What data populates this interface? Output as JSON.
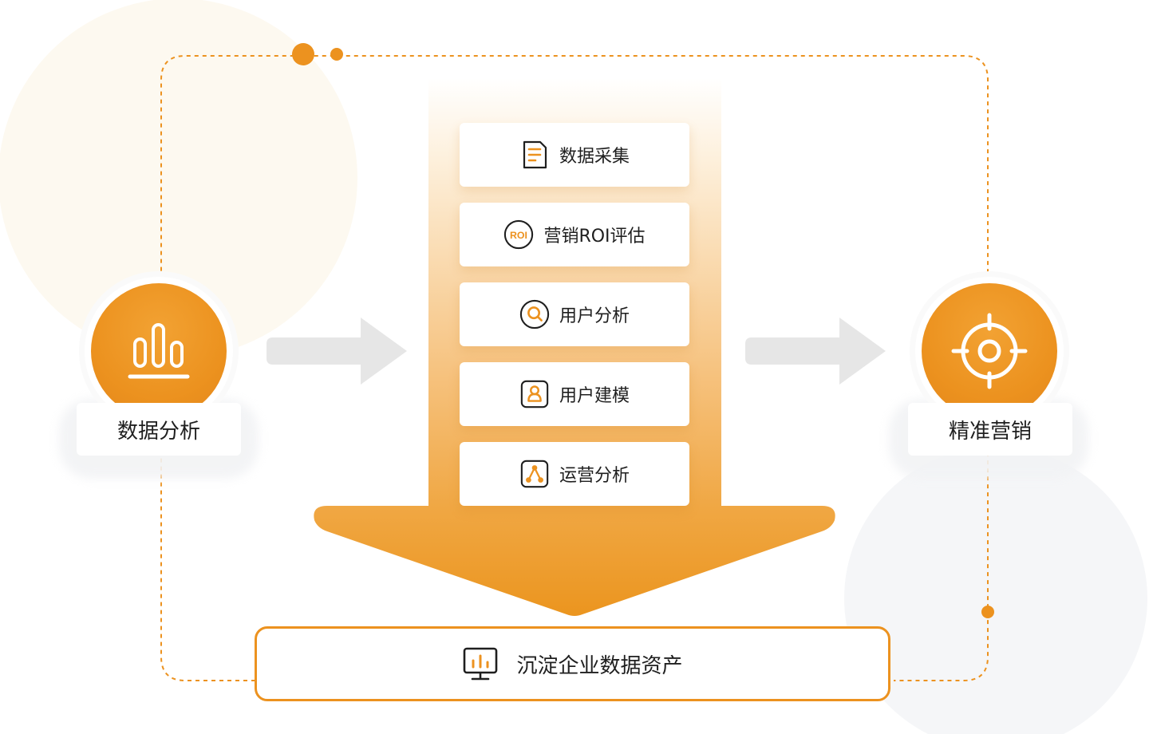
{
  "colors": {
    "accent": "#ec921f",
    "arrow_gray": "#e6e6e6",
    "text": "#1f1f1f"
  },
  "left_node": {
    "label": "数据分析",
    "icon": "bar-chart-icon"
  },
  "right_node": {
    "label": "精准营销",
    "icon": "target-icon"
  },
  "steps": [
    {
      "label": "数据采集",
      "icon": "document-icon"
    },
    {
      "label": "营销ROI评估",
      "icon": "roi-icon",
      "icon_text": "ROI"
    },
    {
      "label": "用户分析",
      "icon": "search-user-icon"
    },
    {
      "label": "用户建模",
      "icon": "user-model-icon"
    },
    {
      "label": "运营分析",
      "icon": "network-icon"
    }
  ],
  "result": {
    "label": "沉淀企业数据资产",
    "icon": "monitor-chart-icon"
  }
}
